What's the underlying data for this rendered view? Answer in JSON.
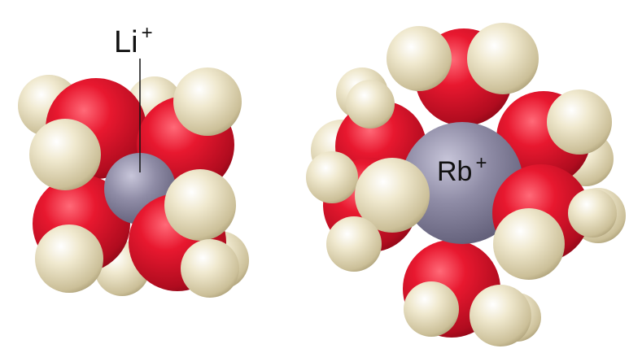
{
  "figure": {
    "li_cluster": {
      "label_symbol": "Li",
      "label_charge": "+",
      "ion_color": "#8e8ca3",
      "water_molecules": 4
    },
    "rb_cluster": {
      "label_symbol": "Rb",
      "label_charge": "+",
      "ion_color": "#8e8ca3",
      "water_molecules": 8
    },
    "colors": {
      "oxygen": "#e0152f",
      "hydrogen": "#ece3c3",
      "background": "#ffffff"
    }
  }
}
